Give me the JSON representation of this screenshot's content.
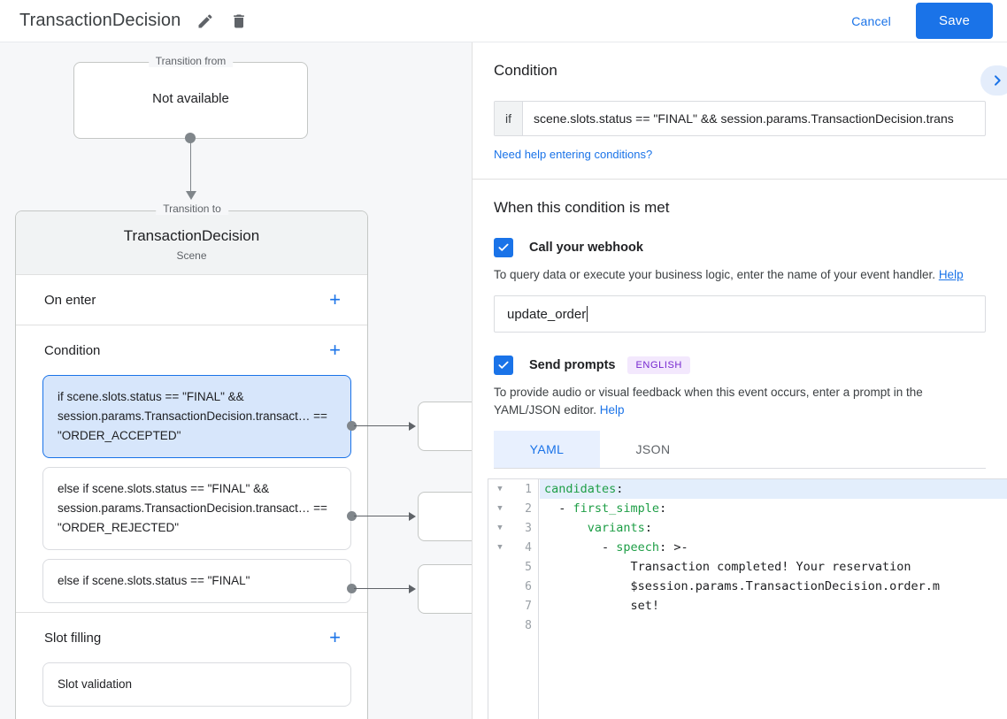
{
  "topbar": {
    "title": "TransactionDecision",
    "edit_icon": "pencil-icon",
    "delete_icon": "trash-icon",
    "cancel_label": "Cancel",
    "save_label": "Save",
    "accent_color": "#1a73e8"
  },
  "canvas": {
    "transition_from": {
      "legend": "Transition from",
      "value": "Not available"
    },
    "transition_to": {
      "legend": "Transition to",
      "name": "TransactionDecision",
      "type": "Scene"
    },
    "sections": [
      {
        "label": "On enter",
        "add_icon": "plus-icon"
      },
      {
        "label": "Condition",
        "add_icon": "plus-icon"
      },
      {
        "label": "Slot filling",
        "add_icon": "plus-icon"
      }
    ],
    "conditions": [
      {
        "text": "if scene.slots.status == \"FINAL\" && session.params.TransactionDecision.transact… == \"ORDER_ACCEPTED\"",
        "selected": true
      },
      {
        "text": "else if scene.slots.status == \"FINAL\" && session.params.TransactionDecision.transact… == \"ORDER_REJECTED\"",
        "selected": false
      },
      {
        "text": "else if scene.slots.status == \"FINAL\"",
        "selected": false
      }
    ],
    "slot_filling_items": [
      {
        "text": "Slot validation"
      }
    ]
  },
  "panel": {
    "condition_heading": "Condition",
    "collapse_icon": "chevron-right-icon",
    "if_prefix": "if",
    "condition_value": "scene.slots.status == \"FINAL\" && session.params.TransactionDecision.trans",
    "help_conditions_link": "Need help entering conditions?",
    "met_heading": "When this condition is met",
    "webhook": {
      "checked": true,
      "label": "Call your webhook",
      "hint_before": "To query data or execute your business logic, enter the name of your event handler. ",
      "hint_link": "Help",
      "value": "update_order"
    },
    "prompts": {
      "checked": true,
      "label": "Send prompts",
      "badge": "ENGLISH",
      "hint_before": "To provide audio or visual feedback when this event occurs, enter a prompt in the YAML/JSON editor. ",
      "hint_link": "Help",
      "tabs": [
        {
          "label": "YAML",
          "active": true
        },
        {
          "label": "JSON",
          "active": false
        }
      ]
    }
  },
  "editor": {
    "language": "yaml",
    "lines": [
      {
        "num": "1",
        "fold": true,
        "highlight": true,
        "key": "candidates",
        "indent": "",
        "dash": false,
        "rest": ":"
      },
      {
        "num": "2",
        "fold": true,
        "highlight": false,
        "key": "first_simple",
        "indent": "  ",
        "dash": true,
        "rest": ":"
      },
      {
        "num": "3",
        "fold": true,
        "highlight": false,
        "key": "variants",
        "indent": "      ",
        "dash": false,
        "rest": ":"
      },
      {
        "num": "4",
        "fold": true,
        "highlight": false,
        "key": "speech",
        "indent": "        ",
        "dash": true,
        "rest": ": >-"
      },
      {
        "num": "5",
        "fold": false,
        "highlight": false,
        "key": "",
        "indent": "            ",
        "dash": false,
        "rest": "Transaction completed! Your reservation"
      },
      {
        "num": "6",
        "fold": false,
        "highlight": false,
        "key": "",
        "indent": "            ",
        "dash": false,
        "rest": "$session.params.TransactionDecision.order.m"
      },
      {
        "num": "7",
        "fold": false,
        "highlight": false,
        "key": "",
        "indent": "            ",
        "dash": false,
        "rest": "set!"
      },
      {
        "num": "8",
        "fold": false,
        "highlight": false,
        "key": "",
        "indent": "",
        "dash": false,
        "rest": ""
      }
    ]
  }
}
